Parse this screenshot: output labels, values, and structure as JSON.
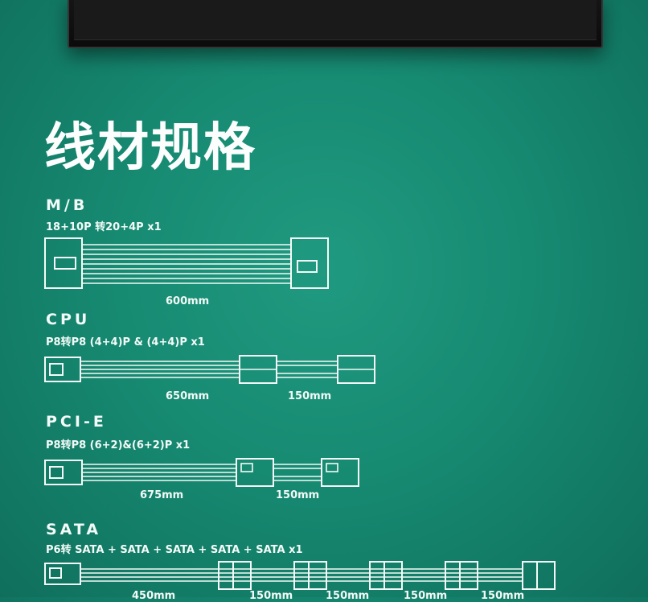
{
  "title": "线材规格",
  "sections": {
    "mb": {
      "name": "M/B",
      "spec": "18+10P 转20+4P  x1",
      "lengths": [
        "600mm"
      ]
    },
    "cpu": {
      "name": "CPU",
      "spec": "P8转P8 (4+4)P & (4+4)P x1",
      "lengths": [
        "650mm",
        "150mm"
      ]
    },
    "pcie": {
      "name": "PCI-E",
      "spec": "P8转P8 (6+2)&(6+2)P  x1",
      "lengths": [
        "675mm",
        "150mm"
      ]
    },
    "sata": {
      "name": "SATA",
      "spec": "P6转 SATA + SATA + SATA + SATA  + SATA  x1",
      "lengths": [
        "450mm",
        "150mm",
        "150mm",
        "150mm",
        "150mm"
      ]
    }
  }
}
